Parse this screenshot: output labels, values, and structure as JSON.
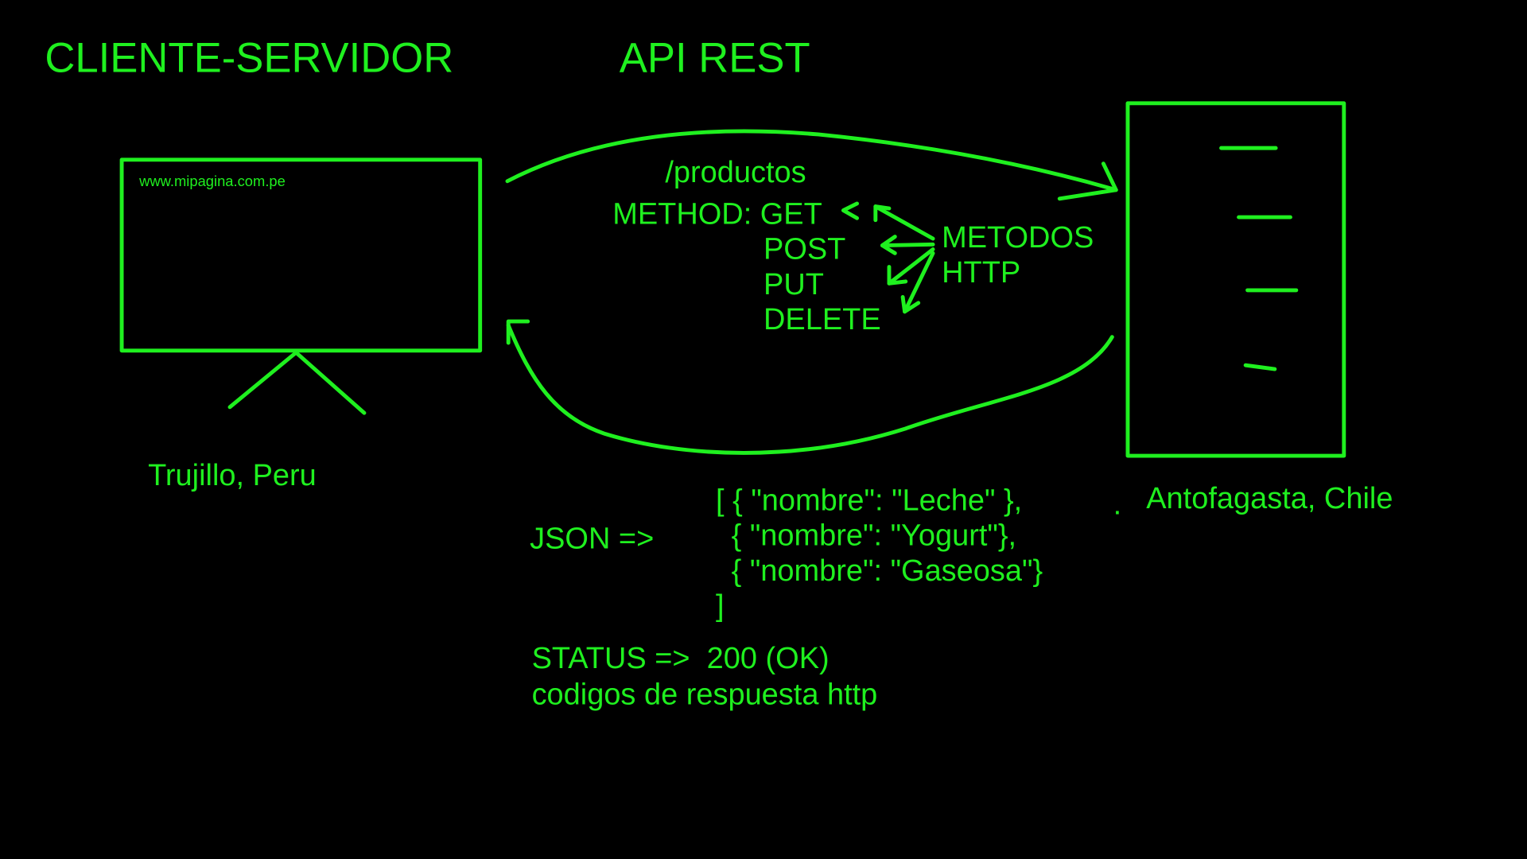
{
  "titles": {
    "left": "CLIENTE-SERVIDOR",
    "center": "API REST"
  },
  "client": {
    "url": "www.mipagina.com.pe",
    "location": "Trujillo, Peru"
  },
  "server": {
    "location": "Antofagasta, Chile",
    "dot": "."
  },
  "request": {
    "endpoint": "/productos",
    "method_label": "METHOD: GET",
    "methods": [
      "POST",
      "PUT",
      "DELETE"
    ],
    "methods_note": [
      "METODOS",
      "HTTP"
    ]
  },
  "response": {
    "json_label": "JSON =>",
    "json_lines": [
      "[ { \"nombre\": \"Leche\" },",
      "{ \"nombre\": \"Yogurt\"},",
      "{ \"nombre\": \"Gaseosa\"}",
      "]"
    ],
    "status_line": "STATUS =>  200 (OK)",
    "status_note": "codigos de respuesta http"
  },
  "colors": {
    "background": "#000000",
    "stroke": "#1ff01f"
  }
}
